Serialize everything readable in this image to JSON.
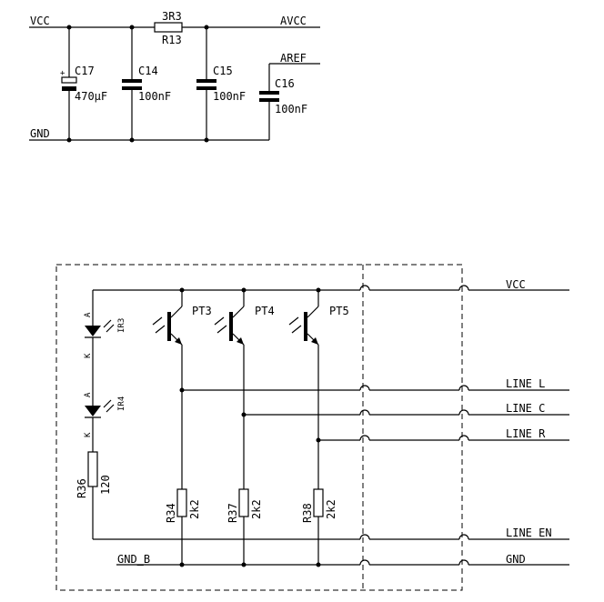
{
  "power": {
    "vcc": "VCC",
    "gnd": "GND",
    "avcc": "AVCC",
    "aref": "AREF"
  },
  "components": {
    "r13": {
      "name": "R13",
      "value": "3R3"
    },
    "c17": {
      "name": "C17",
      "value": "470µF",
      "polarity": "+"
    },
    "c14": {
      "name": "C14",
      "value": "100nF"
    },
    "c15": {
      "name": "C15",
      "value": "100nF"
    },
    "c16": {
      "name": "C16",
      "value": "100nF"
    },
    "ir3": {
      "name": "IR3",
      "anode": "A",
      "cathode": "K"
    },
    "ir4": {
      "name": "IR4",
      "anode": "A",
      "cathode": "K"
    },
    "r36": {
      "name": "R36",
      "value": "120"
    },
    "pt3": {
      "name": "PT3"
    },
    "pt4": {
      "name": "PT4"
    },
    "pt5": {
      "name": "PT5"
    },
    "r34": {
      "name": "R34",
      "value": "2k2"
    },
    "r37": {
      "name": "R37",
      "value": "2k2"
    },
    "r38": {
      "name": "R38",
      "value": "2k2"
    }
  },
  "nets": {
    "vcc": "VCC",
    "line_l": "LINE_L",
    "line_c": "LINE_C",
    "line_r": "LINE_R",
    "line_en": "LINE_EN",
    "gnd": "GND",
    "gnd_b": "GND_B"
  }
}
